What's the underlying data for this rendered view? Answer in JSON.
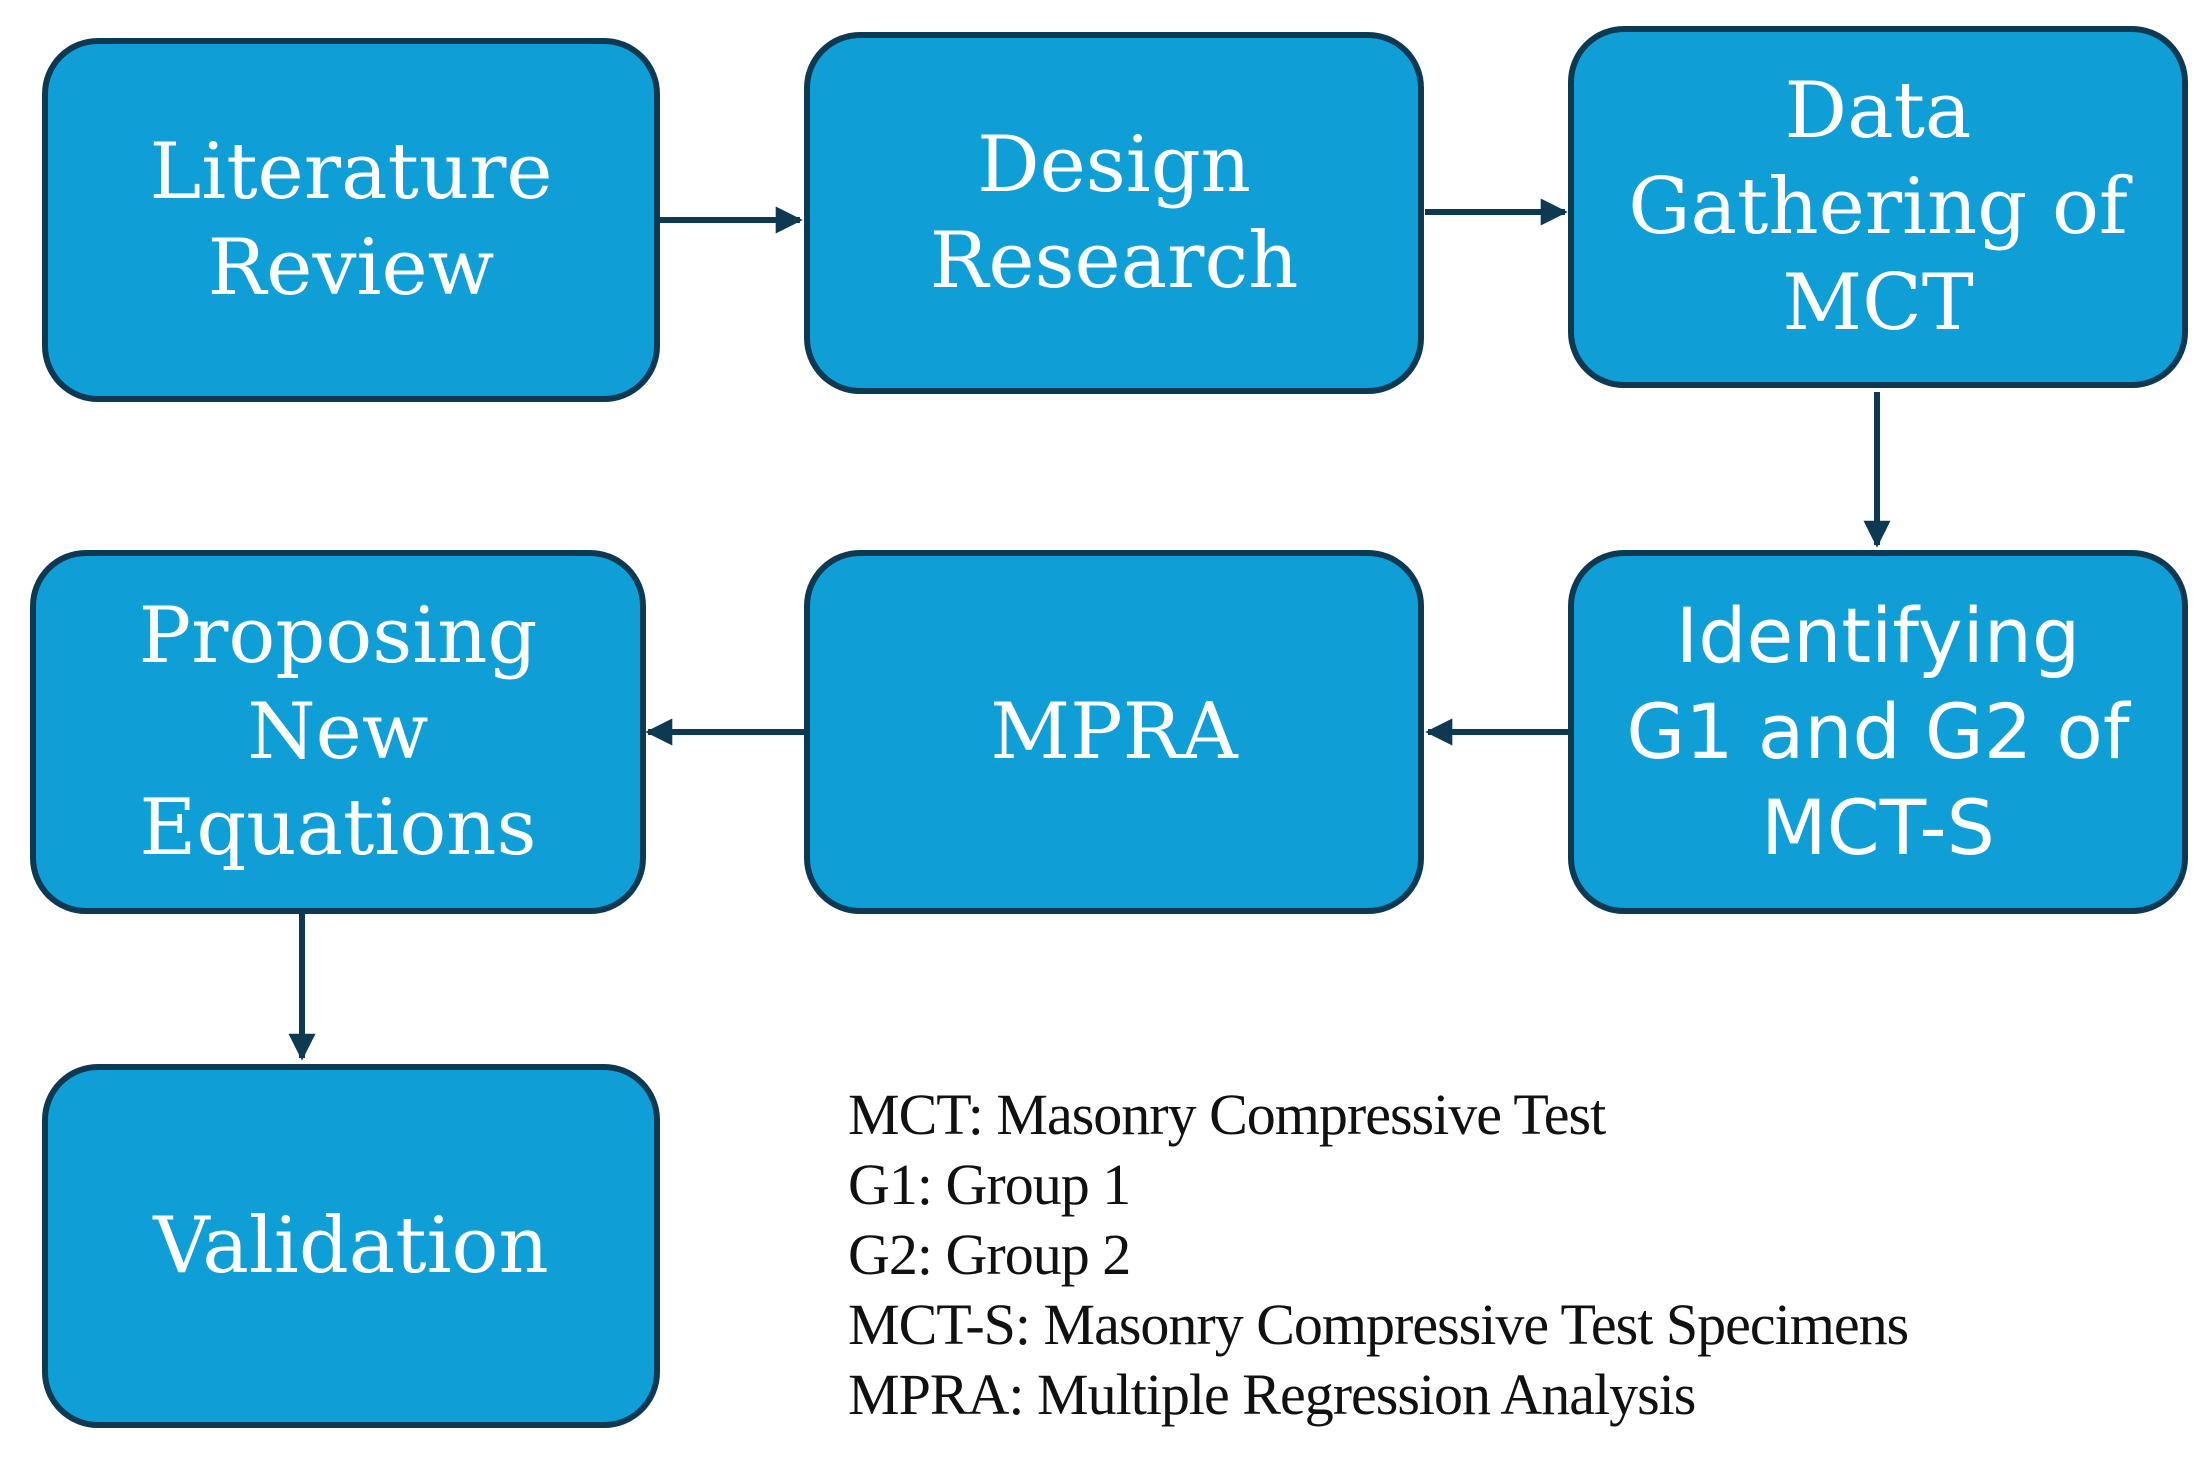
{
  "boxes": {
    "literature_review": [
      "Literature",
      "Review"
    ],
    "design_research": [
      "Design",
      "Research"
    ],
    "data_gathering": [
      "Data",
      "Gathering of",
      "MCT"
    ],
    "identifying": [
      "Identifying",
      "G1 and G2 of",
      "MCT-S"
    ],
    "mpra": [
      "MPRA"
    ],
    "proposing": [
      "Proposing",
      "New",
      "Equations"
    ],
    "validation": [
      "Validation"
    ]
  },
  "legend": [
    "MCT: Masonry Compressive Test",
    "G1: Group 1",
    "G2: Group 2",
    "MCT-S: Masonry Compressive Test Specimens",
    "MPRA: Multiple Regression Analysis"
  ],
  "colors": {
    "box_fill": "#0f9fd6",
    "box_border": "#0d3a52",
    "arrow": "#0d3a52",
    "box_text": "#ffffff",
    "legend_text": "#111111"
  }
}
